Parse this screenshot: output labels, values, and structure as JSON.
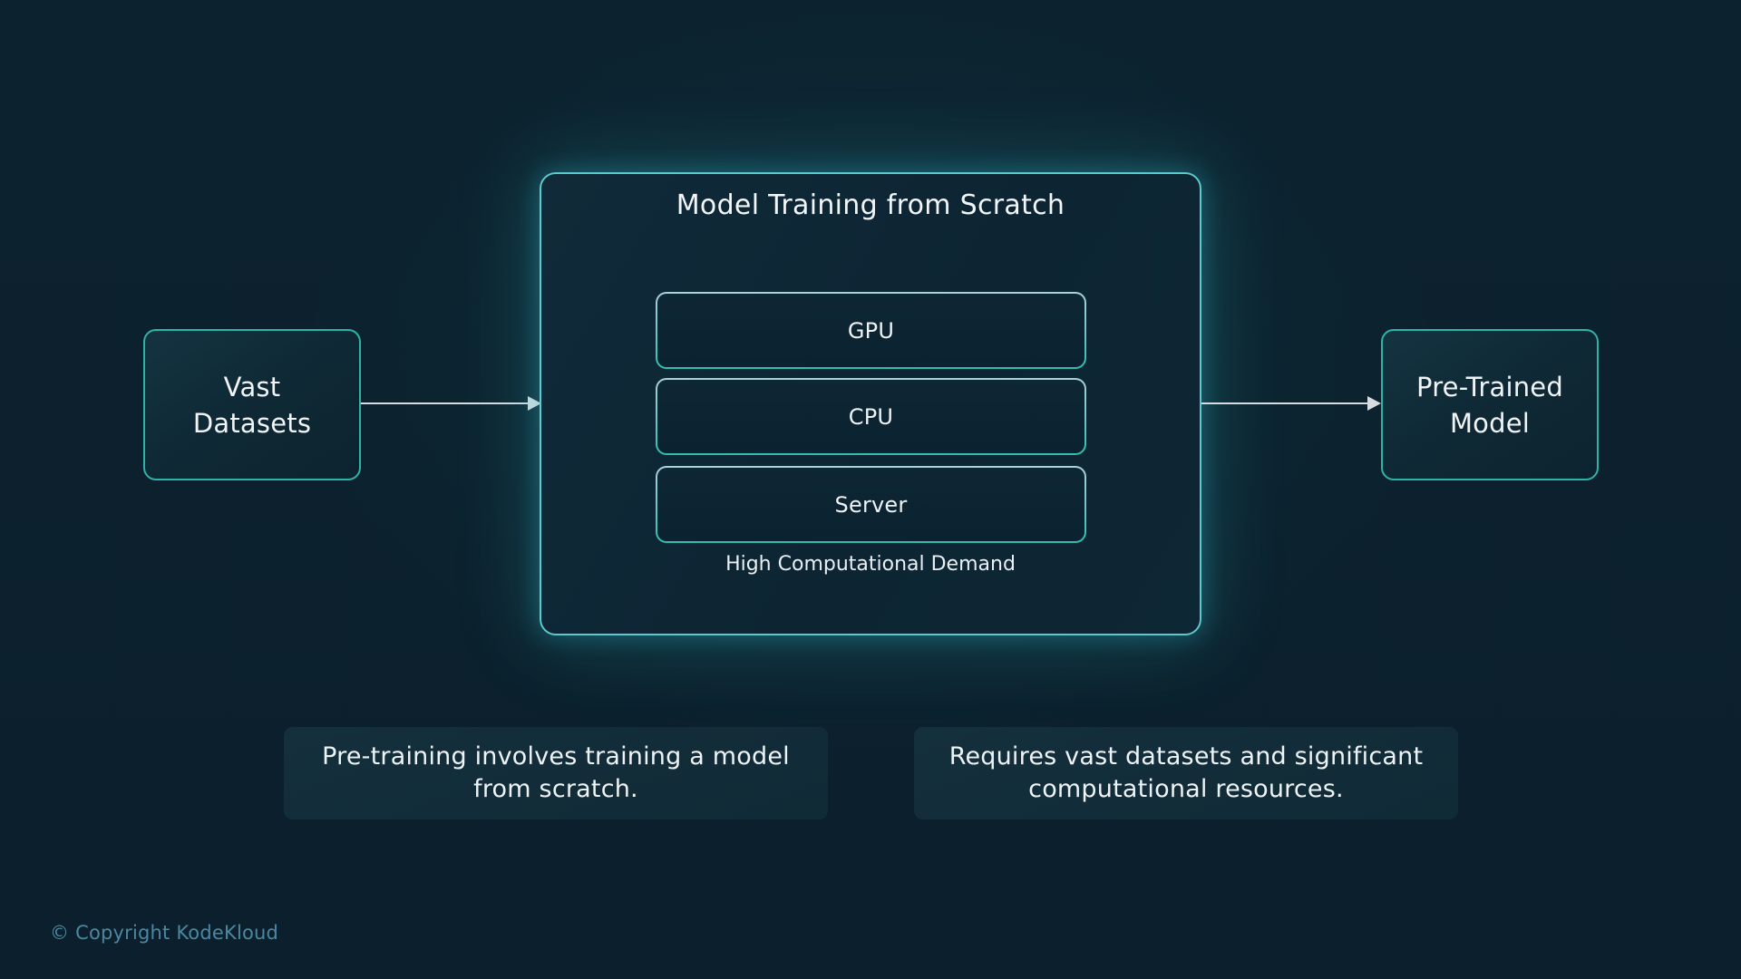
{
  "diagram": {
    "input_node": {
      "label": "Vast Datasets"
    },
    "center": {
      "title": "Model Training from Scratch",
      "components": [
        "GPU",
        "CPU",
        "Server"
      ],
      "caption": "High Computational Demand"
    },
    "output_node": {
      "label": "Pre-Trained Model"
    },
    "notes": [
      "Pre-training involves training a model from scratch.",
      "Requires vast datasets and significant computational resources."
    ]
  },
  "footer": {
    "copyright": "© Copyright KodeKloud"
  },
  "colors": {
    "background": "#0c212d",
    "node_border": "#2fb3a9",
    "center_border": "#5cc8d0",
    "center_glow": "#36cdd7",
    "chip_border_top": "#a9d3dd",
    "chip_border_bottom": "#2dbfae",
    "arrow": "#d7dce0",
    "text": "#eef3f6",
    "copyright_text": "#4b87a2"
  }
}
